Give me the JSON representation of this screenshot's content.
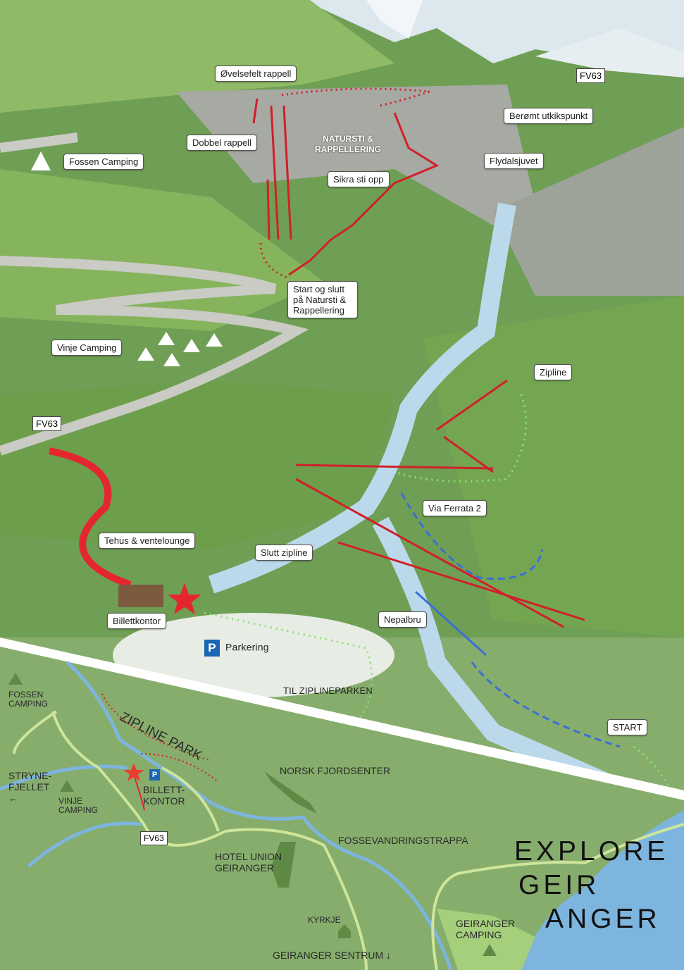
{
  "illustration": {
    "callouts": {
      "ovelsefelt": "Øvelsefelt rappell",
      "fv63_top": "FV63",
      "utkikspunkt": "Berømt utkikspunkt",
      "dobbel_rappell": "Dobbel rappell",
      "fossen_camping": "Fossen Camping",
      "flydalsjuvet": "Flydalsjuvet",
      "sikra_sti": "Sikra sti opp",
      "start_slutt": "Start og slutt på Natursti & Rappellering",
      "vinje_camping": "Vinje Camping",
      "zipline": "Zipline",
      "fv63_left": "FV63",
      "via_ferrata": "Via Ferrata 2",
      "tehus": "Tehus & ventelounge",
      "slutt_zipline": "Slutt zipline",
      "nepalbru": "Nepalbru",
      "billettkontor": "Billettkontor",
      "start": "START"
    },
    "natursti_line1": "NATURSTI &",
    "natursti_line2": "RAPPELLERING",
    "parking_icon": "P",
    "parking_label": "Parkering",
    "til_ziplineparken": "TIL ZIPLINEPARKEN"
  },
  "overview_map": {
    "fossen_camping": [
      "FOSSEN",
      "CAMPING"
    ],
    "zipline_park": "ZIPLINE PARK",
    "stryne": [
      "STRYNE-",
      "FJELLET"
    ],
    "vinje_camping": [
      "VINJE",
      "CAMPING"
    ],
    "parking_icon": "P",
    "billettkontor": [
      "BILLETT-",
      "KONTOR"
    ],
    "norsk_fjordsenter": "NORSK FJORDSENTER",
    "fv63": "FV63",
    "hotel": [
      "HOTEL UNION",
      "GEIRANGER"
    ],
    "fossevandringstrappa": "FOSSEVANDRINGSTRAPPA",
    "kyrkje": "KYRKJE",
    "geiranger_sentrum": "GEIRANGER SENTRUM",
    "geiranger_camping": [
      "GEIRANGER",
      "CAMPING"
    ],
    "arrow_left": "←",
    "arrow_down": "↓"
  },
  "logo": [
    "EXPLORE",
    "GEIR",
    "ANGER"
  ],
  "colors": {
    "map_green": "#86ad6c",
    "water": "#7db5de",
    "road": "#cfe59a",
    "zipline_red": "#d0202a",
    "star": "#e8402f"
  }
}
